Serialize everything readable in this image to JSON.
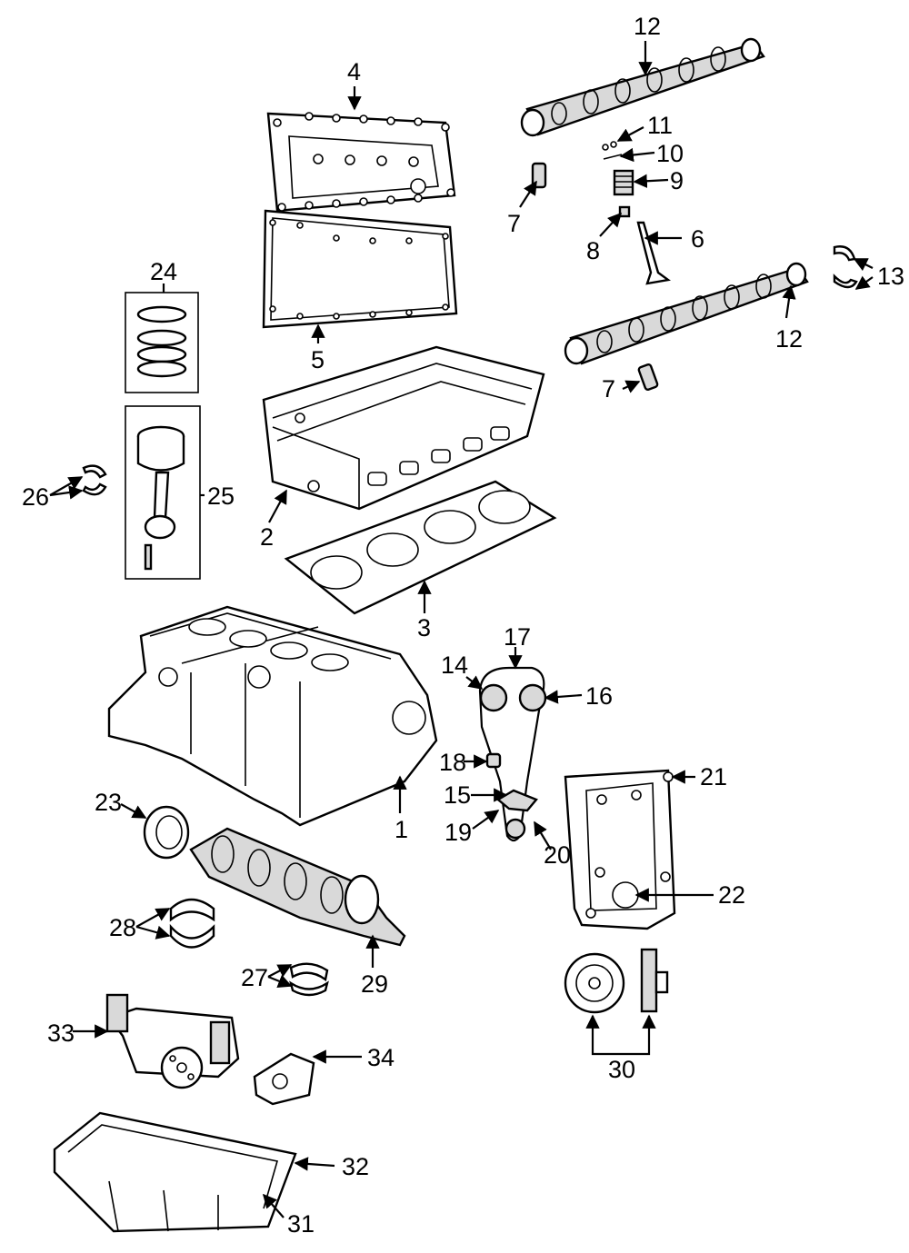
{
  "callouts": {
    "c1": "1",
    "c2": "2",
    "c3": "3",
    "c4": "4",
    "c5": "5",
    "c6": "6",
    "c7a": "7",
    "c7b": "7",
    "c8": "8",
    "c9": "9",
    "c10": "10",
    "c11": "11",
    "c12a": "12",
    "c12b": "12",
    "c13": "13",
    "c14": "14",
    "c15": "15",
    "c16": "16",
    "c17": "17",
    "c18": "18",
    "c19": "19",
    "c20": "20",
    "c21": "21",
    "c22": "22",
    "c23": "23",
    "c24": "24",
    "c25": "25",
    "c26": "26",
    "c27": "27",
    "c28": "28",
    "c29": "29",
    "c30": "30",
    "c31": "31",
    "c32": "32",
    "c33": "33",
    "c34": "34"
  }
}
